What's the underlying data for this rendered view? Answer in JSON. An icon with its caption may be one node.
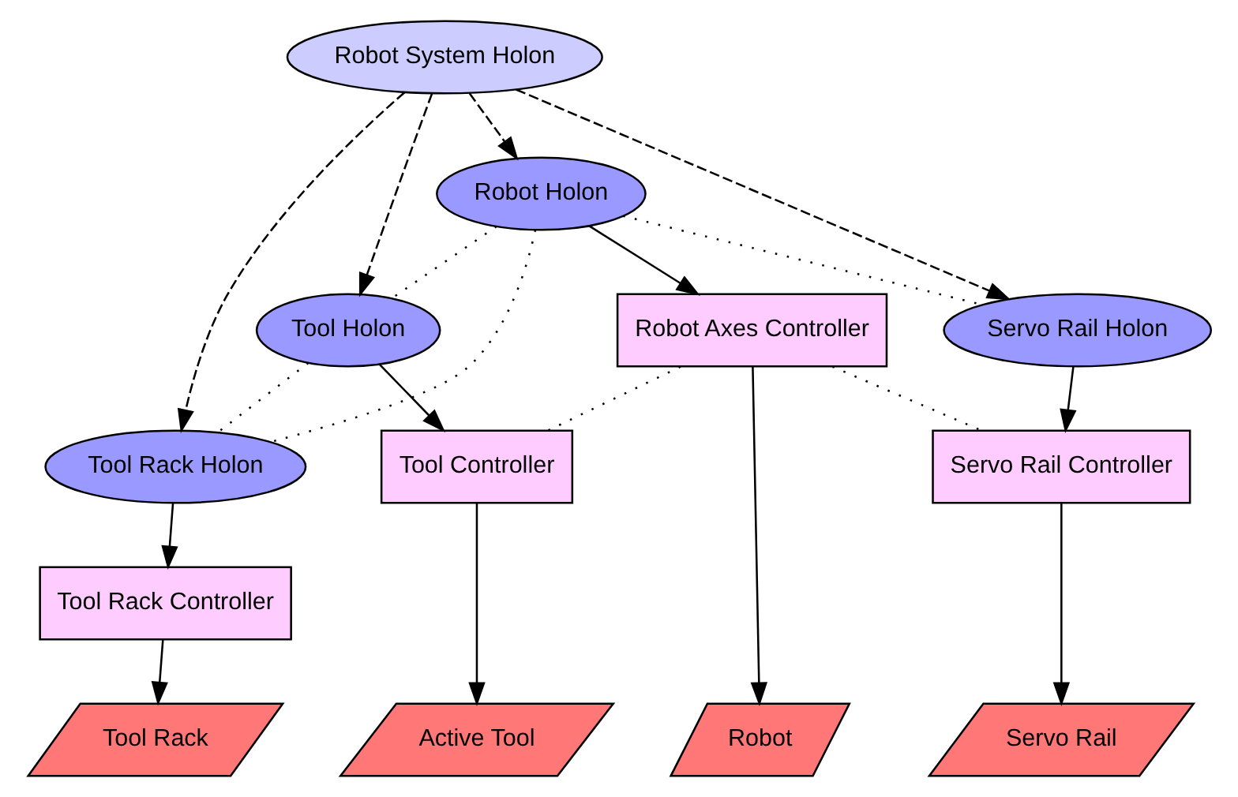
{
  "diagram": {
    "nodes": [
      {
        "text": [
          "Robot System Holon"
        ]
      },
      {
        "text": [
          "Robot Holon"
        ]
      },
      {
        "text": [
          "Tool Holon"
        ]
      },
      {
        "text": [
          "Robot Axes Controller"
        ]
      },
      {
        "text": [
          "Servo Rail Holon"
        ]
      },
      {
        "text": [
          "Tool Rack Holon"
        ]
      },
      {
        "text": [
          "Tool Controller"
        ]
      },
      {
        "text": [
          "Servo Rail Controller"
        ]
      },
      {
        "text": [
          "Tool Rack Controller"
        ]
      },
      {
        "text": [
          "Tool Rack"
        ]
      },
      {
        "text": [
          "Active Tool"
        ]
      },
      {
        "text": [
          "Robot"
        ]
      },
      {
        "text": [
          "Servo Rail"
        ]
      }
    ],
    "edges": [
      {
        "from": 0,
        "to": 1,
        "arrow": "to",
        "style": "dashed"
      },
      {
        "from": 0,
        "to": 2,
        "arrow": "to",
        "style": "dashed"
      },
      {
        "from": 0,
        "to": 5,
        "arrow": "to",
        "style": "dashed"
      },
      {
        "from": 0,
        "to": 4,
        "arrow": "to",
        "style": "dashed"
      },
      {
        "from": 1,
        "to": 3,
        "arrow": "to"
      },
      {
        "from": 1,
        "to": 2,
        "arrow": "none",
        "style": "dashed"
      },
      {
        "from": 1,
        "to": 5,
        "arrow": "none",
        "style": "dashed"
      },
      {
        "from": 1,
        "to": 4,
        "arrow": "none",
        "style": "dashed"
      },
      {
        "from": 2,
        "to": 6,
        "arrow": "to"
      },
      {
        "from": 2,
        "to": 5,
        "arrow": "none",
        "style": "dashed"
      },
      {
        "from": 3,
        "to": 6,
        "arrow": "none",
        "style": "dashed"
      },
      {
        "from": 3,
        "to": 7,
        "arrow": "none",
        "style": "dashed"
      },
      {
        "from": 4,
        "to": 7,
        "arrow": "to"
      },
      {
        "from": 5,
        "to": 8,
        "arrow": "to"
      },
      {
        "from": 8,
        "to": 9,
        "arrow": "to"
      },
      {
        "from": 6,
        "to": 10,
        "arrow": "to"
      },
      {
        "from": 3,
        "to": 11,
        "arrow": "to"
      },
      {
        "from": 7,
        "to": 12,
        "arrow": "to"
      }
    ]
  }
}
